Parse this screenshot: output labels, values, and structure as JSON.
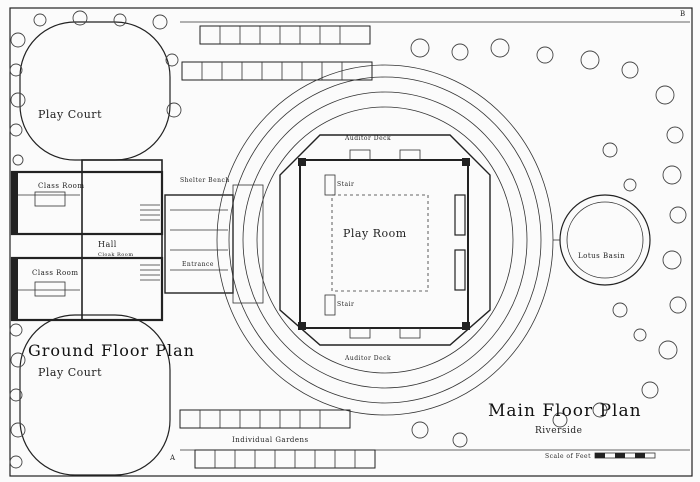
{
  "labels": {
    "play_court_top": "Play Court",
    "play_court_bottom": "Play Court",
    "ground_floor_plan": "Ground Floor Plan",
    "class_room_top": "Class Room",
    "class_room_bottom": "Class Room",
    "hall": "Hall",
    "hall_sub": "Cloak Room",
    "shelter_bench": "Shelter Bench",
    "entrance": "Entrance",
    "play_room": "Play Room",
    "auditor_deck_top": "Auditor Deck",
    "auditor_deck_bottom": "Auditor Deck",
    "stair_top": "Stair",
    "stair_bottom": "Stair",
    "lotus_basin": "Lotus Basin",
    "main_floor_plan": "Main Floor Plan",
    "main_floor_sub": "Riverside",
    "individual_gardens": "Individual Gardens",
    "scale": "Scale of Feet",
    "corner_mark_top": "B",
    "corner_mark_bottom": "A"
  },
  "colors": {
    "ink": "#222222",
    "paper": "#fbfbfb"
  }
}
